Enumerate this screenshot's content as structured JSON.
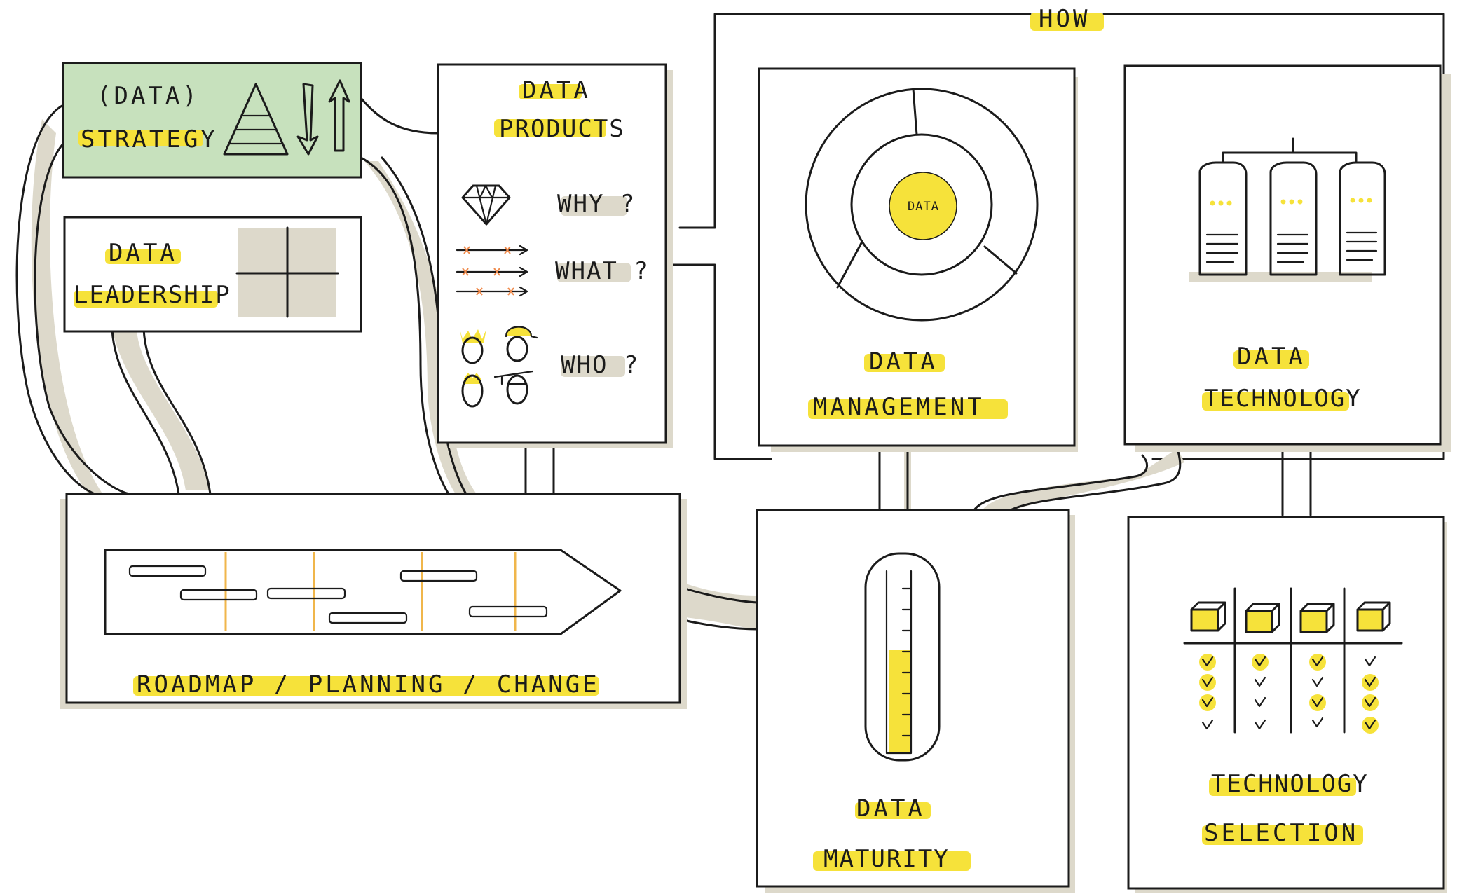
{
  "diagram_title": "HOW",
  "colors": {
    "accent_yellow": "#f6e23a",
    "strategy_green": "#c7e1bd",
    "shadow_beige": "#ddd9cb",
    "ink": "#1b1b1b"
  },
  "boxes": {
    "strategy": {
      "line1": "(DATA)",
      "line2": "STRATEGY"
    },
    "leadership": {
      "line1": "DATA",
      "line2": "LEADERSHIP"
    },
    "products": {
      "line1": "DATA",
      "line2": "PRODUCTS",
      "questions": [
        "WHY ?",
        "WHAT ?",
        "WHO ?"
      ]
    },
    "management": {
      "line1": "DATA",
      "line2": "MANAGEMENT",
      "core_label": "DATA"
    },
    "technology": {
      "line1": "DATA",
      "line2": "TECHNOLOGY"
    },
    "roadmap": {
      "label": "ROADMAP / PLANNING / CHANGE"
    },
    "maturity": {
      "line1": "DATA",
      "line2": "MATURITY",
      "fill_level": 0.45
    },
    "selection": {
      "line1": "TECHNOLOGY",
      "line2": "SELECTION"
    }
  },
  "icons": [
    "pyramid-icon",
    "up-down-arrows-icon",
    "quadrant-icon",
    "diamond-icon",
    "arrow-list-icon",
    "people-icon",
    "donut-icon",
    "server-icon",
    "timeline-arrow-icon",
    "thermometer-icon",
    "cube-icon",
    "checkmark-icon"
  ]
}
